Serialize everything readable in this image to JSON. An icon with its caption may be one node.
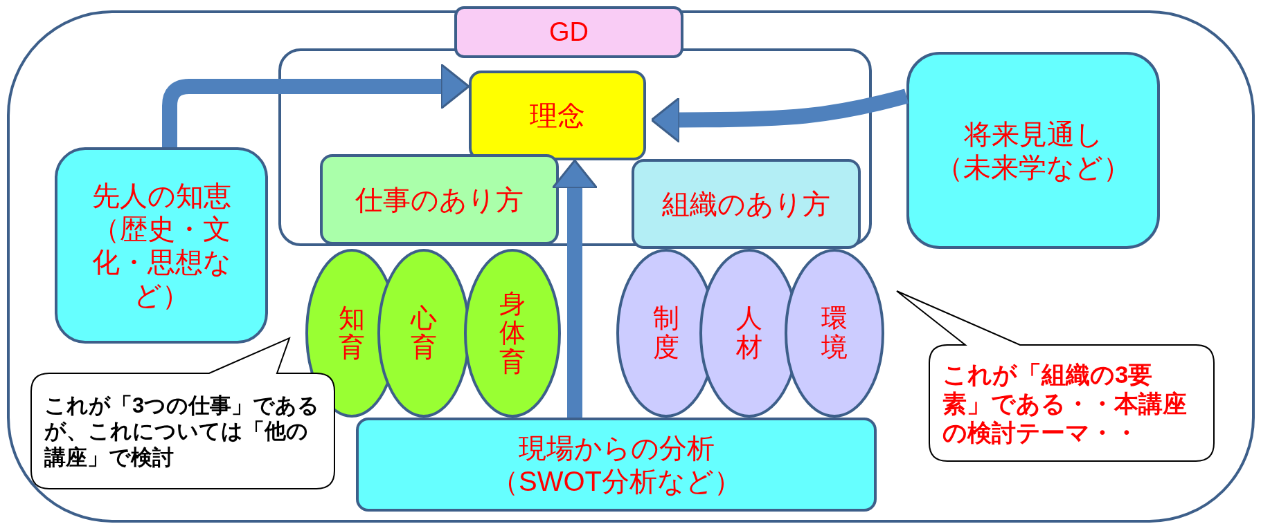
{
  "diagram": {
    "nodes": [
      {
        "text": [
          "GD"
        ]
      },
      {
        "text": [
          "理念"
        ]
      },
      {
        "text": [
          "将来見通し",
          "（未来学など）"
        ]
      },
      {
        "text": [
          "先人の知恵",
          "（歴史・文化・思想など）"
        ]
      },
      {
        "text": [
          "仕事のあり方"
        ]
      },
      {
        "text": [
          "組織のあり方"
        ]
      },
      {
        "text": [
          "知育"
        ]
      },
      {
        "text": [
          "心育"
        ]
      },
      {
        "text": [
          "身体育"
        ]
      },
      {
        "text": [
          "制度"
        ]
      },
      {
        "text": [
          "人材"
        ]
      },
      {
        "text": [
          "環境"
        ]
      },
      {
        "text": [
          "現場からの分析",
          "（SWOT分析など）"
        ]
      },
      {
        "text": [
          "これが「3つの仕事」であるが、これについては「他の講座」で検討"
        ]
      },
      {
        "text": [
          "これが「組織の3要素」である・・本講座の検討テーマ・・"
        ]
      }
    ],
    "edges": [
      {
        "from": 3,
        "to": 1,
        "arrow": "to"
      },
      {
        "from": 2,
        "to": 1,
        "arrow": "to"
      },
      {
        "from": 12,
        "to": 1,
        "arrow": "to"
      }
    ]
  }
}
